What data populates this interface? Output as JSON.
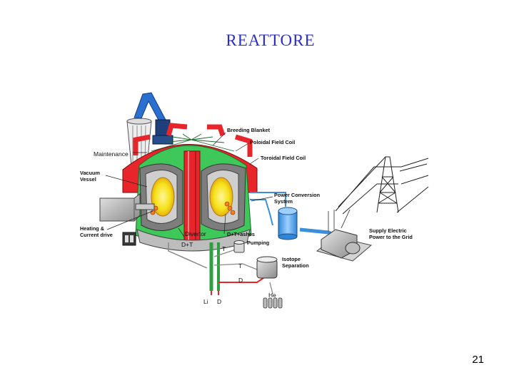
{
  "slide": {
    "title": "REATTORE",
    "page_number": "21"
  },
  "diagram": {
    "labels": {
      "breeding_blanket": "Breeding Blanket",
      "poloidal_field_coil": "Poloidal Field Coil",
      "toroidal_field_coil": "Toroidal Field Coil",
      "maintenance": "Maintenance",
      "vacuum_vessel_1": "Vacuum",
      "vacuum_vessel_2": "Vessel",
      "power_conversion_1": "Power Conversion",
      "power_conversion_2": "System",
      "heating_1": "Heating &",
      "heating_2": "Current drive",
      "divertor": "Divertor",
      "dt": "D+T",
      "dt_ashes": "D+T+ashes",
      "pumping": "Pumping",
      "t1": "T",
      "t2": "T",
      "isotope_1": "Isotope",
      "isotope_2": "Separation",
      "supply_1": "Supply Electric",
      "supply_2": "Power to the Grid",
      "d1": "D",
      "d2": "D",
      "li": "Li",
      "he": "He"
    },
    "colors": {
      "coil_red": "#e8252a",
      "blanket_green": "#3ec85a",
      "plasma_yellow": "#f6e21a",
      "vessel_gray": "#9a9a9a",
      "crane_blue": "#2a6fd0",
      "pipe_blue": "#3b8fd8",
      "tank_blue": "#5aa7e8"
    }
  }
}
